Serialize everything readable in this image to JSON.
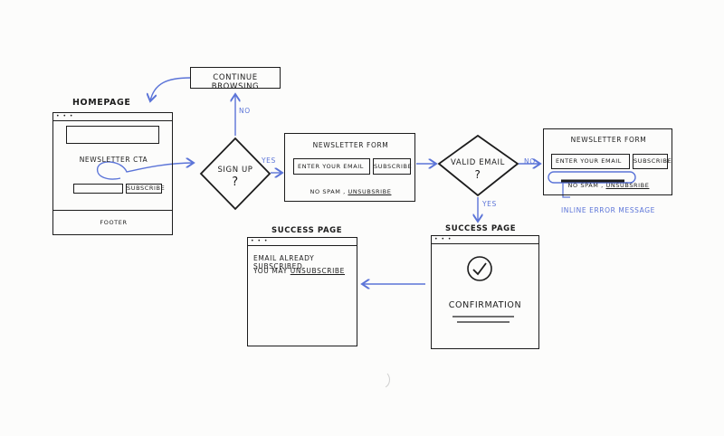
{
  "continue_browsing": "Continue browsing",
  "homepage": {
    "title": "Homepage",
    "cta": "Newsletter CTA",
    "subscribe": "Subscribe",
    "footer": "Footer"
  },
  "decisions": {
    "sign_up": {
      "label": "Sign up",
      "mark": "?"
    },
    "valid_email": {
      "label": "Valid email",
      "mark": "?"
    }
  },
  "edges": {
    "no_1": "No",
    "yes_1": "Yes",
    "no_2": "No",
    "yes_2": "Yes"
  },
  "newsletter_form": {
    "title": "Newsletter form",
    "placeholder": "Enter your email",
    "subscribe": "Subscribe",
    "note_prefix": "No spam ,",
    "note_link": "Unsubsribe"
  },
  "newsletter_form_error": {
    "title": "Newsletter form",
    "placeholder": "Enter your email",
    "subscribe": "Subscribe",
    "note_prefix": "No spam ,",
    "note_link": "Unsubsribe",
    "error_label": "Inline error message"
  },
  "success_left": {
    "title": "Success page",
    "line1": "Email already subscribed.",
    "line2_prefix": "You may",
    "line2_link": "unsubscribe"
  },
  "success_right": {
    "title": "Success page",
    "confirmation": "Confirmation"
  },
  "colors": {
    "ink": "#1c1c1c",
    "accent": "#5b74d8",
    "paper": "#fcfcfb"
  }
}
